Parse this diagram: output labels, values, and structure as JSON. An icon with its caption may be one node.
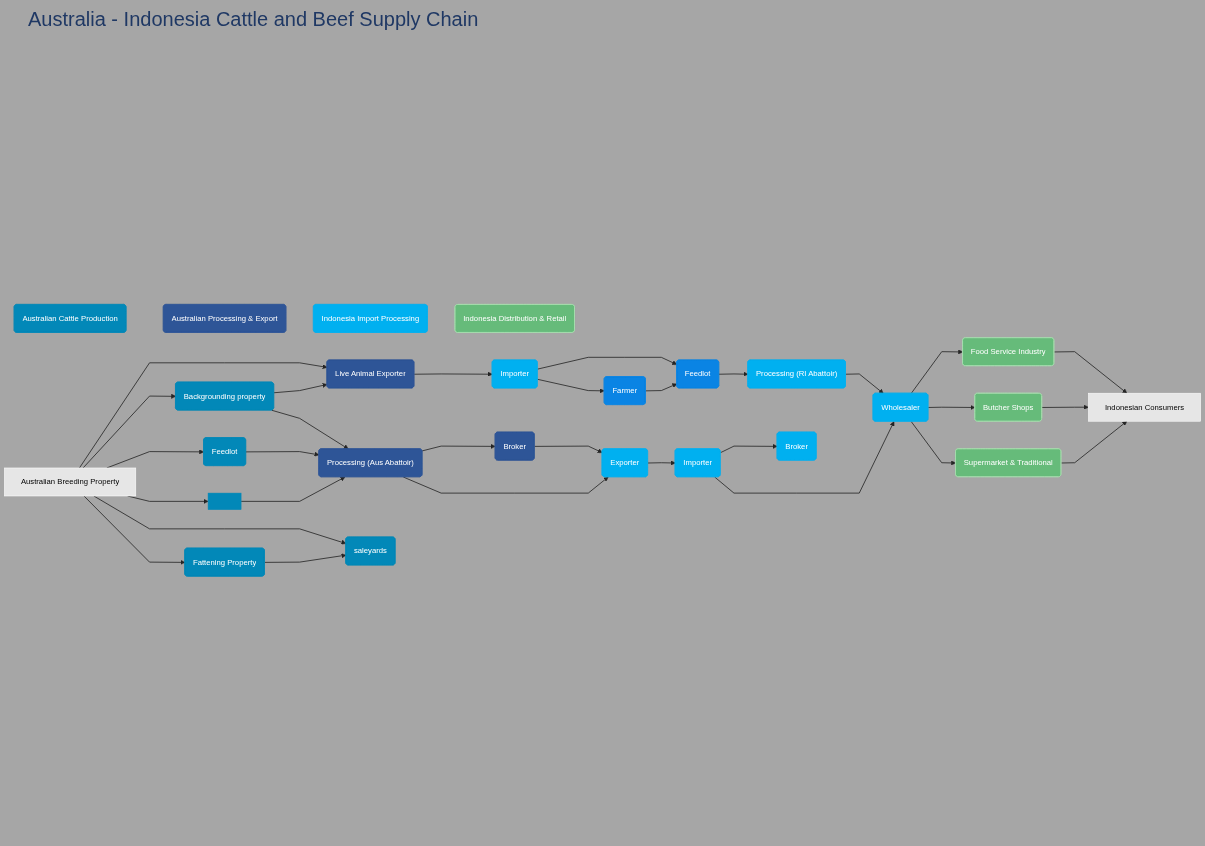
{
  "diagram": {
    "title": "Australia - Indonesia Cattle and Beef Supply Chain",
    "nodes": [
      {
        "text": [
          "Australian Breeding Property"
        ]
      },
      {
        "text": [
          "Indonesian Consumers"
        ]
      },
      {
        "text": [
          "Australian Cattle Production"
        ]
      },
      {
        "text": [
          "Australian Processing & Export"
        ]
      },
      {
        "text": [
          "Indonesia Import Processing"
        ]
      },
      {
        "text": [
          "Indonesia Distribution & Retail"
        ]
      },
      {
        "text": [
          "Live Animal Exporter"
        ]
      },
      {
        "text": [
          "Backgrounding property"
        ]
      },
      {
        "text": [
          "Feedlot"
        ]
      },
      {
        "text": [],
        "shape": "box"
      },
      {
        "text": [
          "Processing (RI Abattoir)"
        ]
      },
      {
        "text": [
          "Importer"
        ]
      },
      {
        "text": [
          "Feedlot"
        ]
      },
      {
        "text": [
          "Farmer"
        ]
      },
      {
        "text": [
          "Food Service Industry"
        ]
      },
      {
        "text": [
          "Butcher Shops"
        ]
      },
      {
        "text": [
          "Supermarket & Traditional"
        ]
      },
      {
        "text": [
          "Wholesaler"
        ]
      },
      {
        "text": [
          "saleyards"
        ]
      },
      {
        "text": [
          "Fattening Property"
        ]
      },
      {
        "text": [
          "Processing (Aus Abattoir)"
        ]
      },
      {
        "text": [
          "Broker"
        ]
      },
      {
        "text": [
          "Broker"
        ]
      },
      {
        "text": [
          "Importer"
        ]
      },
      {
        "text": [
          "Exporter"
        ]
      }
    ],
    "edges": [
      {
        "from": 0,
        "to": 6,
        "arrow": "to"
      },
      {
        "from": 0,
        "to": 7,
        "arrow": "to"
      },
      {
        "from": 0,
        "to": 8,
        "arrow": "to"
      },
      {
        "from": 0,
        "to": 9,
        "arrow": "to"
      },
      {
        "from": 0,
        "to": 18,
        "arrow": "to"
      },
      {
        "from": 0,
        "to": 19,
        "arrow": "to"
      },
      {
        "from": 7,
        "to": 6,
        "arrow": "to"
      },
      {
        "from": 7,
        "to": 20,
        "arrow": "to"
      },
      {
        "from": 8,
        "to": 20,
        "arrow": "to"
      },
      {
        "from": 9,
        "to": 20,
        "arrow": "to"
      },
      {
        "from": 6,
        "to": 11,
        "arrow": "to"
      },
      {
        "from": 10,
        "to": 17,
        "arrow": "to"
      },
      {
        "from": 11,
        "to": 12,
        "arrow": "to"
      },
      {
        "from": 11,
        "to": 13,
        "arrow": "to"
      },
      {
        "from": 13,
        "to": 12,
        "arrow": "to"
      },
      {
        "from": 12,
        "to": 10,
        "arrow": "to"
      },
      {
        "from": 17,
        "to": 14,
        "arrow": "to"
      },
      {
        "from": 17,
        "to": 15,
        "arrow": "to"
      },
      {
        "from": 17,
        "to": 16,
        "arrow": "to"
      },
      {
        "from": 14,
        "to": 1,
        "arrow": "to"
      },
      {
        "from": 15,
        "to": 1,
        "arrow": "to"
      },
      {
        "from": 16,
        "to": 1,
        "arrow": "to"
      },
      {
        "from": 19,
        "to": 18,
        "arrow": "to"
      },
      {
        "from": 20,
        "to": 21,
        "arrow": "to"
      },
      {
        "from": 20,
        "to": 24,
        "arrow": "to"
      },
      {
        "from": 21,
        "to": 24,
        "arrow": "to"
      },
      {
        "from": 24,
        "to": 23,
        "arrow": "to"
      },
      {
        "from": 23,
        "to": 22,
        "arrow": "to"
      },
      {
        "from": 23,
        "to": 17,
        "arrow": "to"
      }
    ]
  }
}
